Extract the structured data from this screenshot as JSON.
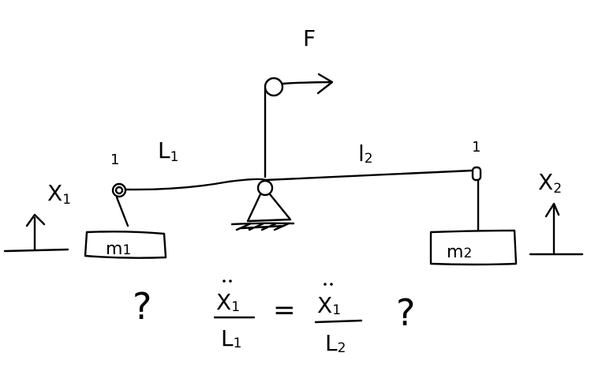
{
  "labels": {
    "force": "F",
    "length_left": "L",
    "length_left_sub": "1",
    "length_right": "l",
    "length_right_sub": "2",
    "disp_left": "X",
    "disp_left_sub": "1",
    "disp_right": "X",
    "disp_right_sub": "2",
    "joint_mark_left": "1",
    "joint_mark_right": "1"
  },
  "masses": [
    {
      "name": "m",
      "sub": "1"
    },
    {
      "name": "m",
      "sub": "2"
    }
  ],
  "equation": {
    "left_question": "?",
    "num_left": "X",
    "num_left_sub": "1",
    "den_left": "L",
    "den_left_sub": "1",
    "equals": "=",
    "num_right": "X",
    "num_right_sub": "1",
    "den_right": "L",
    "den_right_sub": "2",
    "right_question": "?"
  }
}
